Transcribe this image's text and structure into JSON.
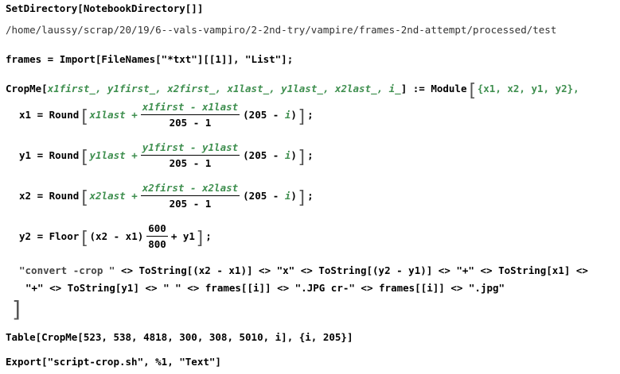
{
  "lines": {
    "setdir": "SetDirectory[NotebookDirectory[]]",
    "path": "/home/laussy/scrap/20/19/6--vals-vampiro/2-2nd-try/vampire/frames-2nd-attempt/processed/test",
    "frames": "frames = Import[FileNames[\"*txt\"][[1]], \"List\"];",
    "cropme_head": "CropMe[",
    "cropme_args": "x1first_, y1first_, x2first_, x1last_, y1last_, x2last_, i_",
    "cropme_tail": "] := Module",
    "module_locals": "{x1, x2, y1, y2},",
    "x1_lhs": "x1 = Round",
    "x1_last": "x1last +",
    "x1_num": "x1first - x1last",
    "y1_lhs": "y1 = Round",
    "y1_last": "y1last +",
    "y1_num": "y1first - y1last",
    "x2_lhs": "x2 = Round",
    "x2_last": "x2last +",
    "x2_num": "x2first - x2last",
    "den": "205 - 1",
    "factor": "(205 - ",
    "i": "i",
    "close": ")",
    "semi": ";",
    "y2_lhs": "y2 = Floor",
    "y2_pre": "(x2 - x1)",
    "y2_num": "600",
    "y2_den": "800",
    "y2_post": "+ y1",
    "convert1_str": "\"convert -crop \"",
    "convert1_rest": " <> ToString[(x2 - x1)] <> \"x\" <> ToString[(y2 - y1)] <> \"+\" <> ToString[x1] <>",
    "convert2": "\"+\" <> ToString[y1] <> \" \" <> frames[[i]] <> \".JPG cr-\" <> frames[[i]] <> \".jpg\"",
    "table": "Table[CropMe[523, 538, 4818, 300, 308, 5010, i], {i, 205}]",
    "export": "Export[\"script-crop.sh\", %1, \"Text\"]"
  }
}
